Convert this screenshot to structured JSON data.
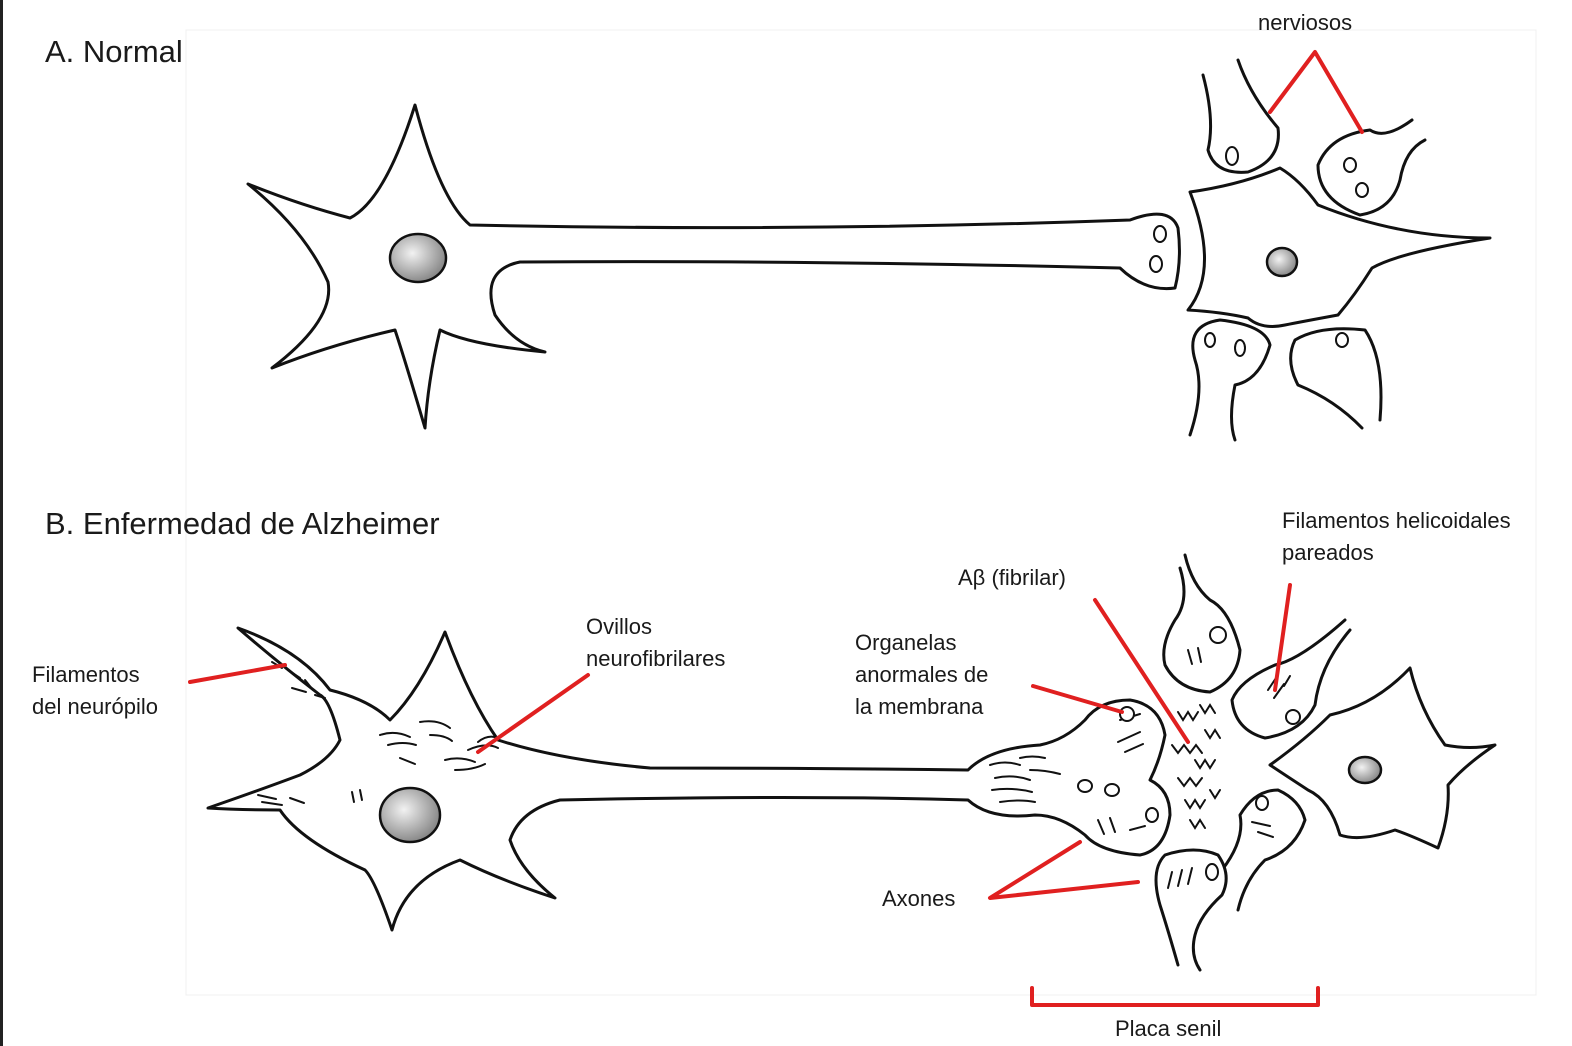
{
  "diagram": {
    "section_a_title": "A. Normal",
    "section_b_title": "B. Enfermedad de Alzheimer",
    "labels": {
      "nerviosos": "nerviosos",
      "filamentos_l1": "Filamentos",
      "filamentos_l2": "del neurópilo",
      "ovillos_l1": "Ovillos",
      "ovillos_l2": "neurofibrilares",
      "ab_fibrilar": "Aβ (fibrilar)",
      "organelas_l1": "Organelas",
      "organelas_l2": "anormales de",
      "organelas_l3": "la membrana",
      "helicoidales_l1": "Filamentos helicoidales",
      "helicoidales_l2": "pareados",
      "axones": "Axones",
      "placa_senil": "Placa senil"
    },
    "colors": {
      "annotation_line": "#e02020",
      "outline": "#111111",
      "nucleus": "#bdbdbd"
    }
  }
}
